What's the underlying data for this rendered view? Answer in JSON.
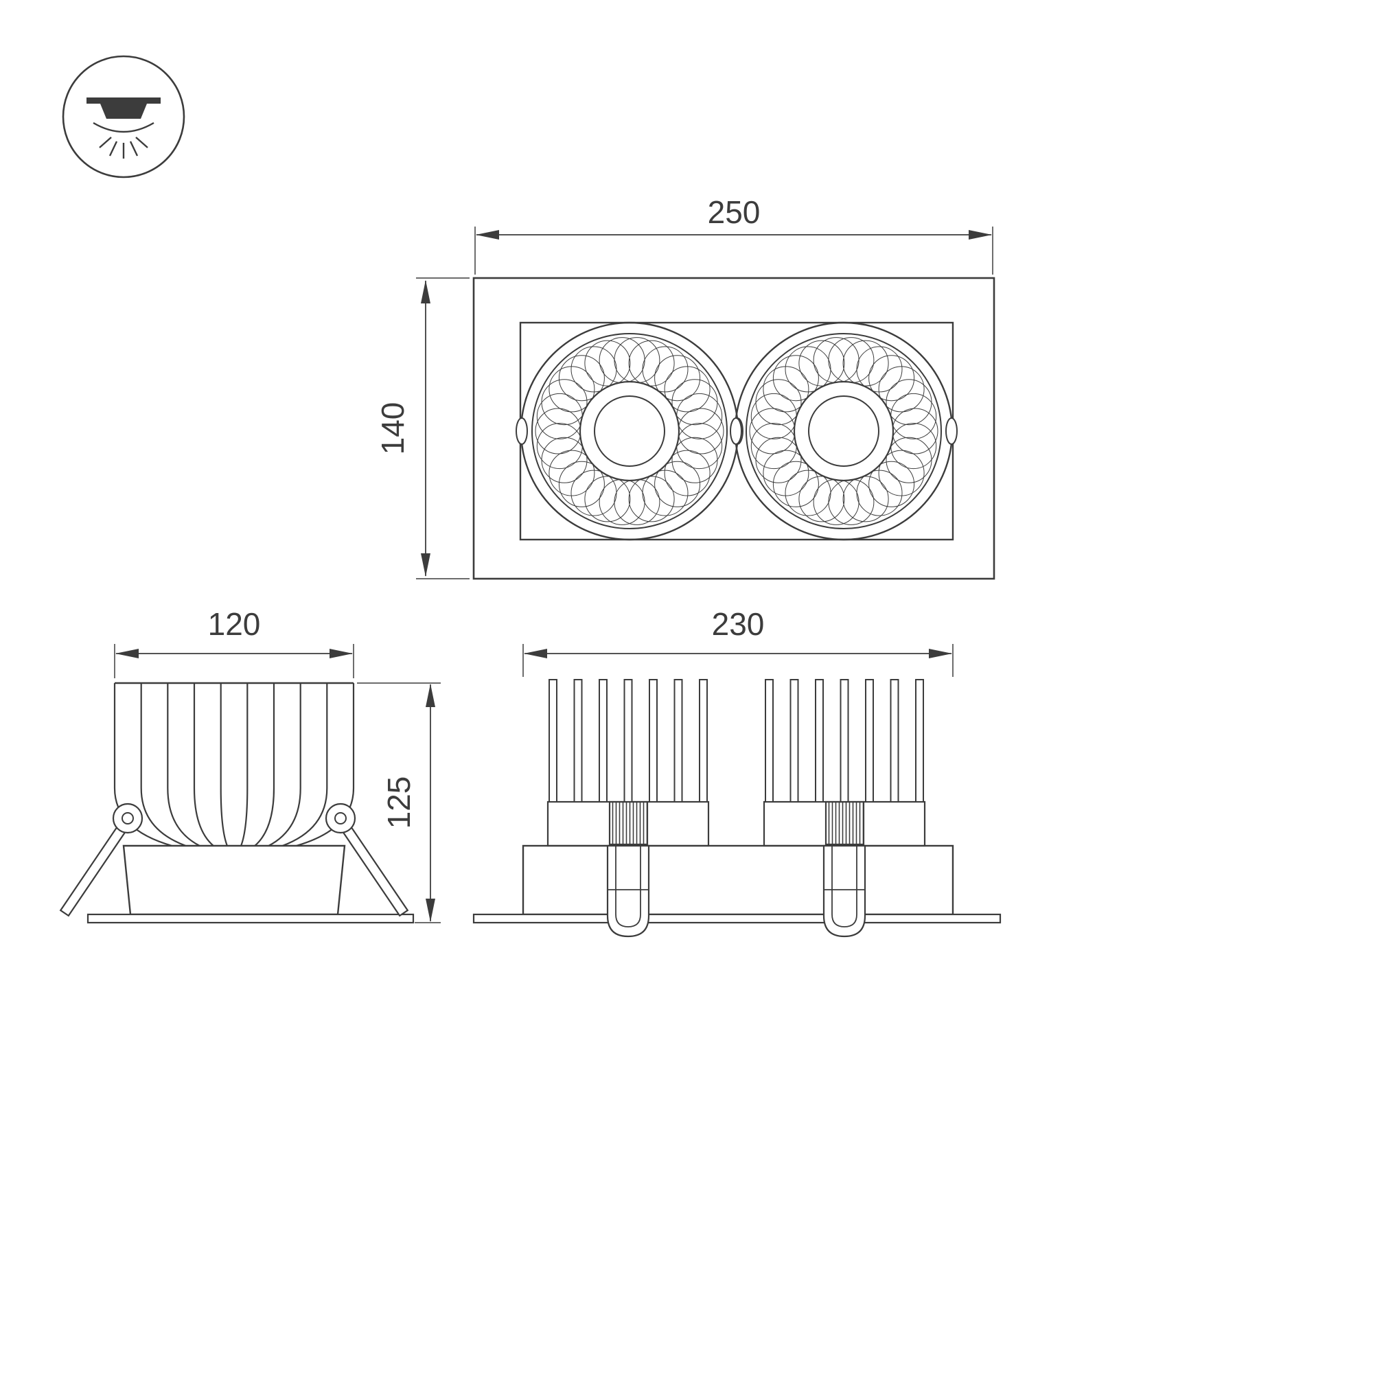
{
  "drawing": {
    "line_color": "#3c3c3c",
    "background": "#ffffff",
    "top_view": {
      "width_mm": "250",
      "height_mm": "140"
    },
    "side_view": {
      "width_mm": "120",
      "height_mm": "125"
    },
    "front_view": {
      "width_mm": "230"
    }
  },
  "legend_icon": {
    "name": "recessed-downlight-icon"
  }
}
